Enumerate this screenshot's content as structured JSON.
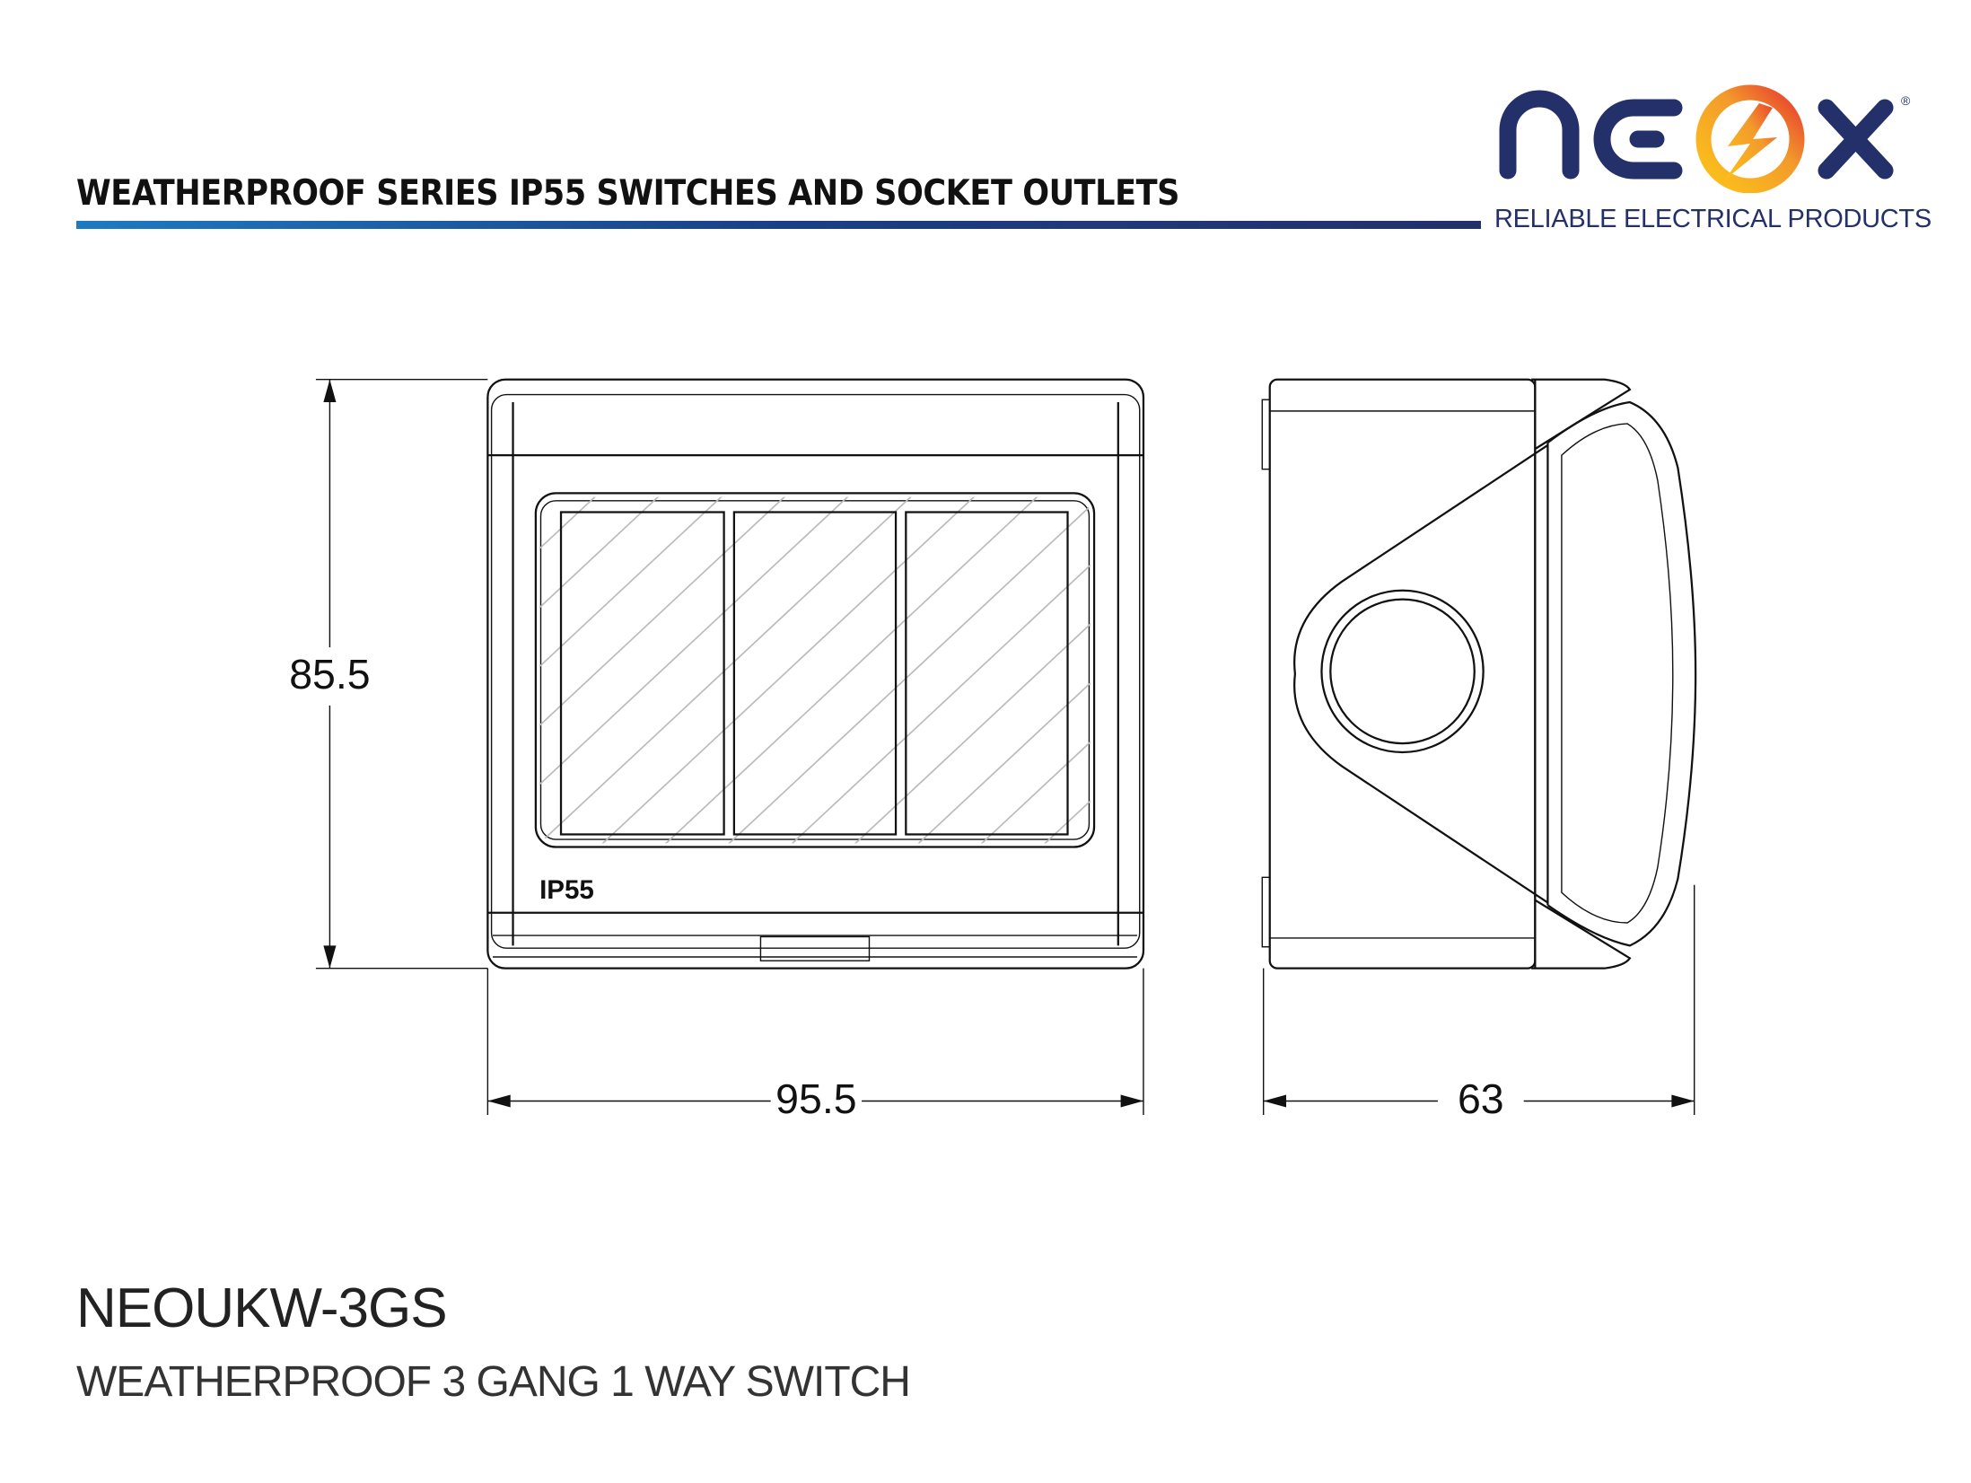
{
  "header": {
    "title": "WEATHERPROOF SERIES IP55 SWITCHES AND SOCKET OUTLETS",
    "brand": "neox",
    "tagline": "RELIABLE ELECTRICAL PRODUCTS",
    "brand_colors": {
      "navy": "#24306a",
      "orange": "#f39a2c",
      "red": "#e63a2e"
    }
  },
  "drawing": {
    "front_label": "IP55",
    "height_dim": "85.5",
    "width_dim": "95.5",
    "depth_dim": "63"
  },
  "product": {
    "model": "NEOUKW-3GS",
    "description": "WEATHERPROOF 3 GANG 1 WAY SWITCH"
  }
}
